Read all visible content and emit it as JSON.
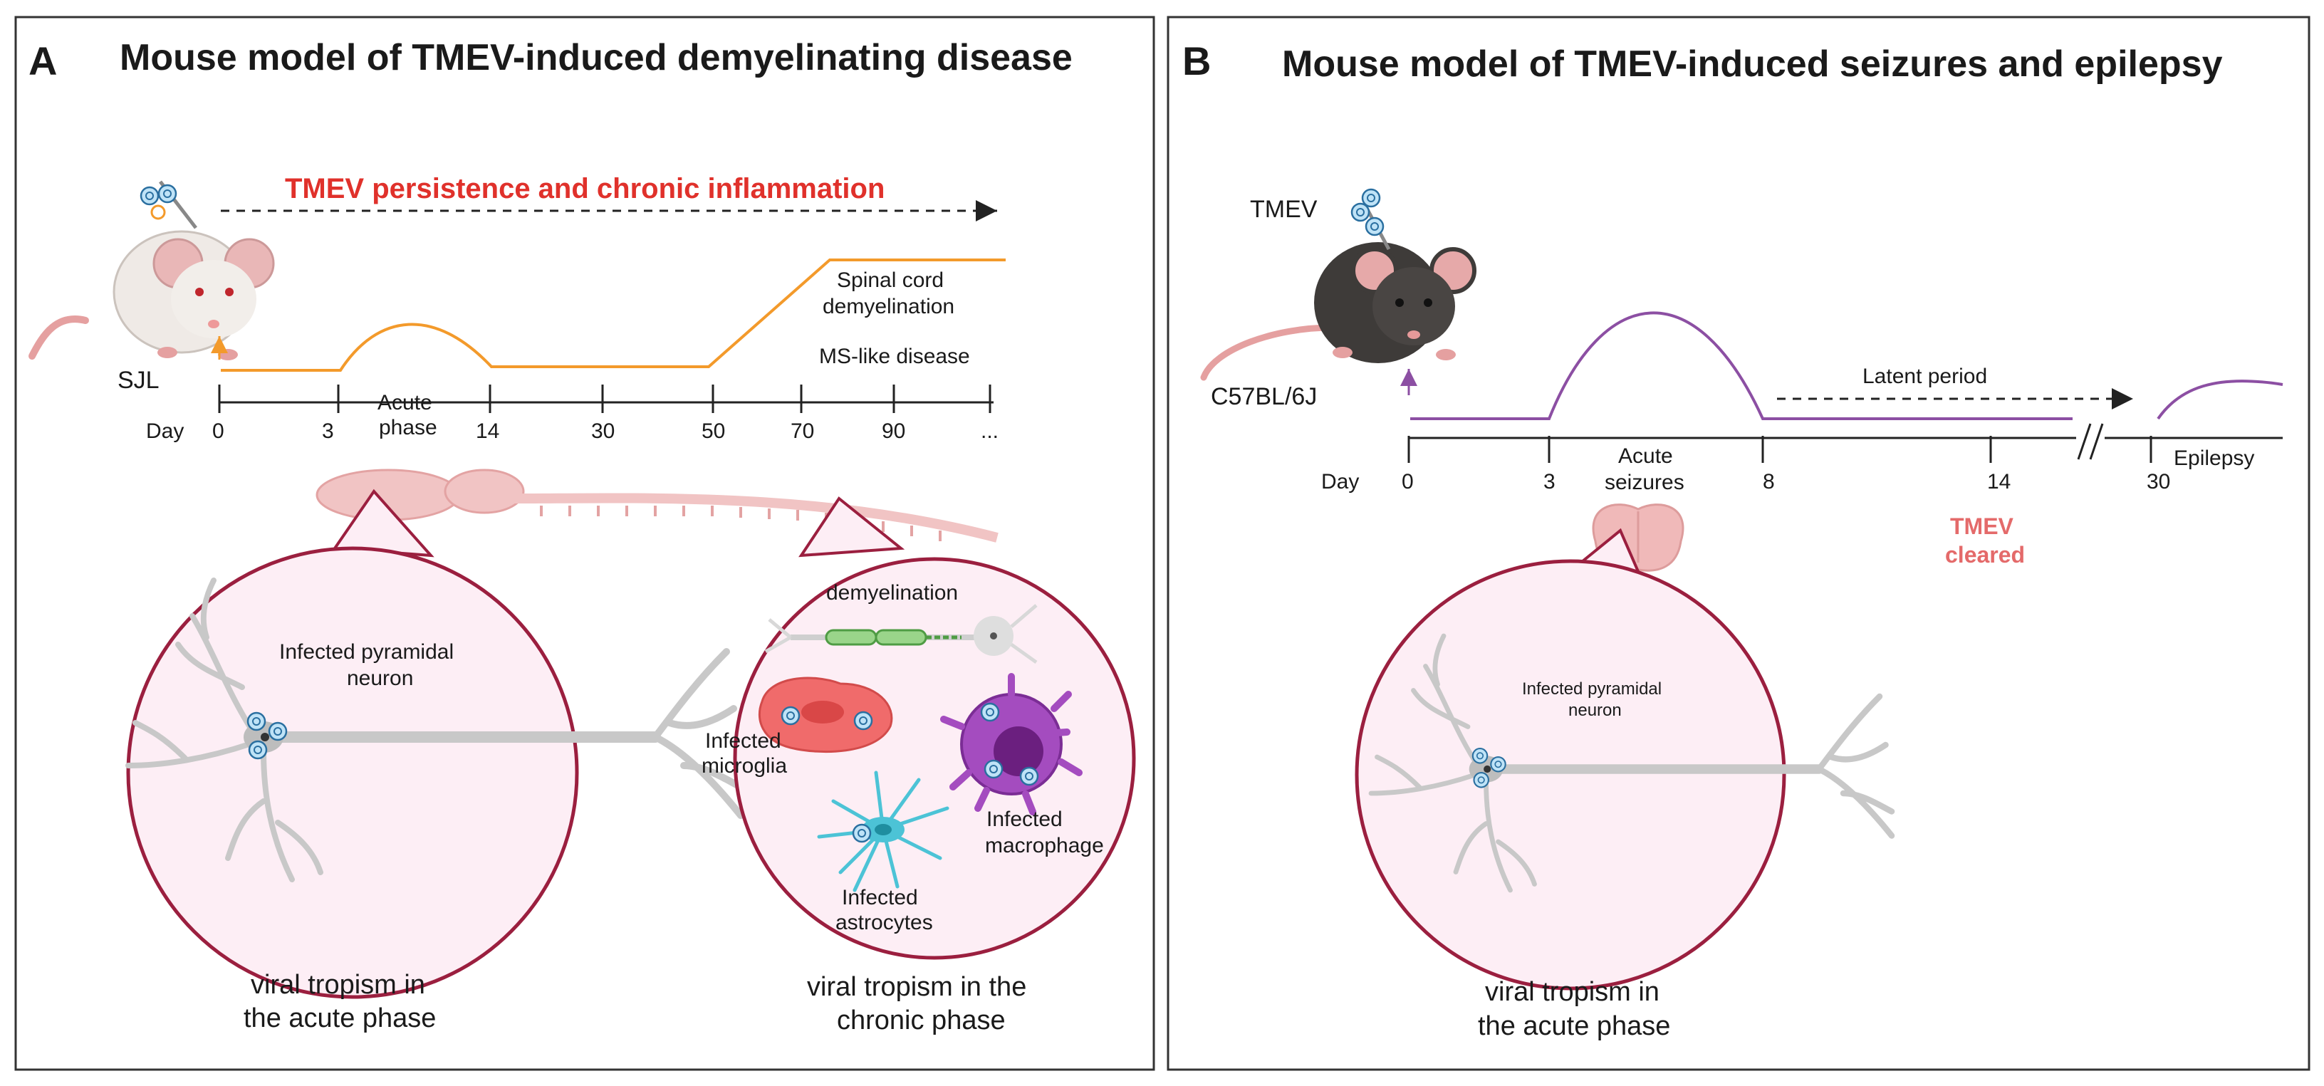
{
  "panel_a": {
    "letter": "A",
    "title": "Mouse model of TMEV-induced demyelinating disease",
    "persistence": "TMEV persistence and chronic inflammation",
    "strain": "SJL",
    "spinal_line1": "Spinal cord",
    "spinal_line2": "demyelination",
    "ms_like": "MS-like disease",
    "day_label": "Day",
    "ticks": [
      "0",
      "3",
      "14",
      "30",
      "50",
      "70",
      "90",
      "..."
    ],
    "acute_line1": "Acute",
    "acute_line2": "phase",
    "acute_neuron_line1": "Infected pyramidal",
    "acute_neuron_line2": "neuron",
    "demyelination": "demyelination",
    "microglia_line1": "Infected",
    "microglia_line2": "microglia",
    "macrophage_line1": "Infected",
    "macrophage_line2": "macrophage",
    "astro_line1": "Infected",
    "astro_line2": "astrocytes",
    "caption_acute_line1": "viral tropism in",
    "caption_acute_line2": "the acute phase",
    "caption_chronic_line1": "viral tropism in the",
    "caption_chronic_line2": "chronic phase"
  },
  "panel_b": {
    "letter": "B",
    "title": "Mouse model of TMEV-induced seizures and epilepsy",
    "virus": "TMEV",
    "strain": "C57BL/6J",
    "latent": "Latent period",
    "day_label": "Day",
    "ticks": [
      "0",
      "3",
      "8",
      "14",
      "30"
    ],
    "acute_line1": "Acute",
    "acute_line2": "seizures",
    "epilepsy": "Epilepsy",
    "cleared_line1": "TMEV",
    "cleared_line2": "cleared",
    "neuron_line1": "Infected pyramidal",
    "neuron_line2": "neuron",
    "caption_line1": "viral tropism in",
    "caption_line2": "the acute phase"
  },
  "colors": {
    "orange": "#f39a2b",
    "purple": "#8c4fa3",
    "red": "#e0312b",
    "cleared_red": "#e46a6a",
    "circle_border": "#9b1f3f",
    "circle_fill": "#fdeef5",
    "neuron_gray": "#c8c8c8"
  }
}
